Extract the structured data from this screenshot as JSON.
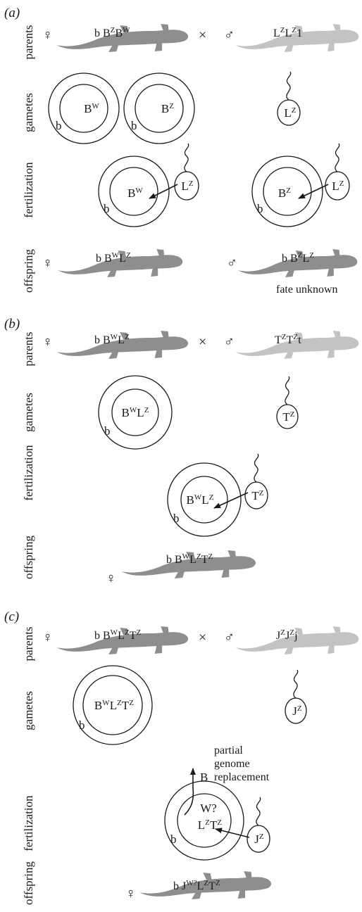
{
  "colors": {
    "female_body": "#8e8e8e",
    "male_body": "#c3c3c3",
    "ink": "#1a1a1a"
  },
  "icons": {
    "female": "female-symbol-icon",
    "male": "male-symbol-icon",
    "cross": "cross-icon",
    "salamander": "salamander-icon",
    "sperm": "sperm-icon",
    "egg": "egg-icon"
  },
  "rows": {
    "parents": "parents",
    "gametes": "gametes",
    "fertilization": "fertilization",
    "offspring": "offspring"
  },
  "symbols": {
    "female": "♀",
    "male": "♂",
    "cross": "×"
  },
  "panels": [
    {
      "label": "(a)",
      "parents": {
        "female": {
          "base": "b",
          "genome": [
            [
              "B",
              "Z"
            ],
            [
              "B",
              "W"
            ]
          ]
        },
        "male": {
          "genome": [
            [
              "L",
              "Z"
            ],
            [
              "L",
              "Z"
            ],
            [
              "1",
              ""
            ]
          ]
        }
      },
      "gametes": {
        "eggs": [
          {
            "base": "b",
            "genome": [
              [
                "B",
                "W"
              ]
            ]
          },
          {
            "base": "b",
            "genome": [
              [
                "B",
                "Z"
              ]
            ]
          }
        ],
        "sperm": {
          "genome": [
            [
              "L",
              "Z"
            ]
          ]
        }
      },
      "fertilization": [
        {
          "base": "b",
          "egg": [
            [
              "B",
              "W"
            ]
          ],
          "sperm": [
            [
              "L",
              "Z"
            ]
          ]
        },
        {
          "base": "b",
          "egg": [
            [
              "B",
              "Z"
            ]
          ],
          "sperm": [
            [
              "L",
              "Z"
            ]
          ]
        }
      ],
      "offspring": [
        {
          "sex": "female",
          "genome_base": "b",
          "genome": [
            [
              "B",
              "W"
            ],
            [
              "L",
              "Z"
            ]
          ]
        },
        {
          "sex": "male",
          "genome_base": "b",
          "genome": [
            [
              "B",
              "Z"
            ],
            [
              "L",
              "Z"
            ]
          ],
          "note": "fate unknown"
        }
      ]
    },
    {
      "label": "(b)",
      "parents": {
        "female": {
          "base": "b",
          "genome": [
            [
              "B",
              "W"
            ],
            [
              "L",
              "Z"
            ]
          ]
        },
        "male": {
          "genome": [
            [
              "T",
              "Z"
            ],
            [
              "T",
              "Z"
            ],
            [
              "t",
              ""
            ]
          ]
        }
      },
      "gametes": {
        "egg": {
          "base": "b",
          "genome": [
            [
              "B",
              "W"
            ],
            [
              "L",
              "Z"
            ]
          ]
        },
        "sperm": {
          "genome": [
            [
              "T",
              "Z"
            ]
          ]
        }
      },
      "fertilization": {
        "base": "b",
        "egg": [
          [
            "B",
            "W"
          ],
          [
            "L",
            "Z"
          ]
        ],
        "sperm": [
          [
            "T",
            "Z"
          ]
        ]
      },
      "offspring": {
        "sex": "female",
        "genome_base": "b",
        "genome": [
          [
            "B",
            "W"
          ],
          [
            "L",
            "Z"
          ],
          [
            "T",
            "Z"
          ]
        ]
      }
    },
    {
      "label": "(c)",
      "parents": {
        "female": {
          "base": "b",
          "genome": [
            [
              "B",
              "W"
            ],
            [
              "L",
              "Z"
            ],
            [
              "T",
              "Z"
            ]
          ]
        },
        "male": {
          "genome": [
            [
              "J",
              "Z"
            ],
            [
              "J",
              "Z"
            ],
            [
              "j",
              ""
            ]
          ]
        }
      },
      "gametes": {
        "egg": {
          "base": "b",
          "genome": [
            [
              "B",
              "W"
            ],
            [
              "L",
              "Z"
            ],
            [
              "T",
              "Z"
            ]
          ]
        },
        "sperm": {
          "genome": [
            [
              "J",
              "Z"
            ]
          ]
        }
      },
      "fertilization": {
        "base": "b",
        "egg_top": "W?",
        "egg_bottom": [
          [
            "L",
            "Z"
          ],
          [
            "T",
            "Z"
          ]
        ],
        "sperm": [
          [
            "J",
            "Z"
          ]
        ],
        "expelled": "B",
        "note_lines": [
          "partial",
          "genome",
          "replacement"
        ]
      },
      "offspring": {
        "sex": "female",
        "genome_base": "b",
        "genome": [
          [
            "J",
            "W?"
          ],
          [
            "L",
            "Z"
          ],
          [
            "T",
            "Z"
          ]
        ]
      }
    }
  ]
}
